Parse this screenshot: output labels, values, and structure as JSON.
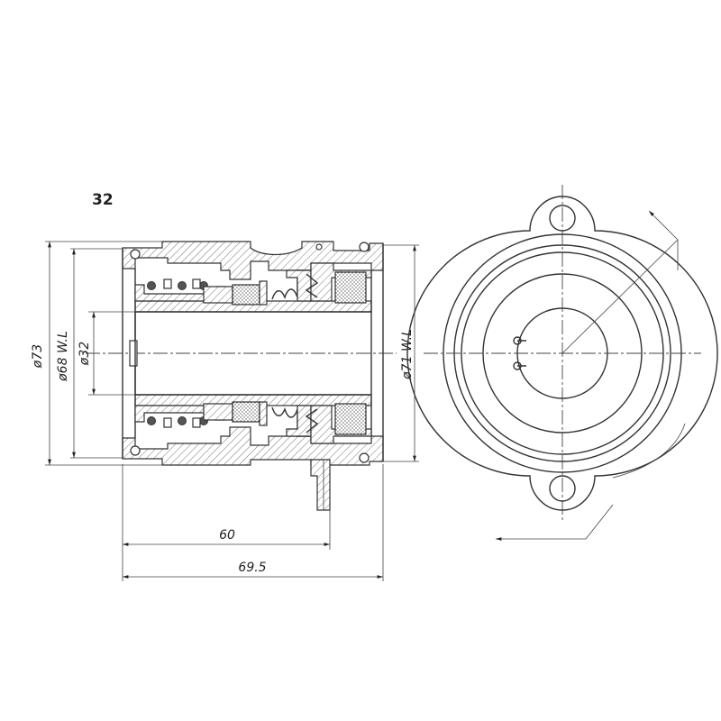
{
  "figure": {
    "label": "32"
  },
  "dimensions": {
    "dia_73": "ø73",
    "dia_68": "ø68 W.L",
    "dia_32": "ø32",
    "dia_71": "ø71 W.L",
    "length_60": "60",
    "length_69_5": "69.5"
  },
  "colors": {
    "line": "#333333",
    "hatch": "#777777",
    "background": "#ffffff"
  }
}
